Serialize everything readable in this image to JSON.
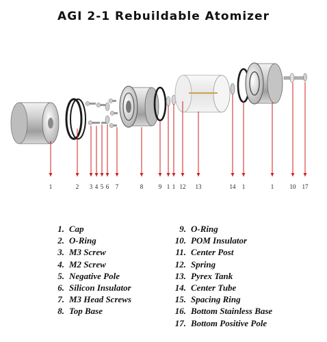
{
  "title": "AGI 2-1 Rebuildable Atomizer",
  "callouts": [
    "1",
    "2",
    "3",
    "4",
    "5",
    "6",
    "7",
    "8",
    "9",
    "1",
    "1",
    "12",
    "13",
    "14",
    "1",
    "1",
    "10",
    "17"
  ],
  "legend_left": [
    {
      "num": "1.",
      "label": "Cap"
    },
    {
      "num": "2.",
      "label": "O-Ring"
    },
    {
      "num": "3.",
      "label": "M3 Screw"
    },
    {
      "num": "4.",
      "label": "M2 Screw"
    },
    {
      "num": "5.",
      "label": "Negative Pole"
    },
    {
      "num": "6.",
      "label": "Silicon Insulator"
    },
    {
      "num": "7.",
      "label": "M3 Head Screws"
    },
    {
      "num": "8.",
      "label": "Top Base"
    }
  ],
  "legend_right": [
    {
      "num": "9.",
      "label": "O-Ring"
    },
    {
      "num": "10.",
      "label": "POM Insulator"
    },
    {
      "num": "11.",
      "label": "Center Post"
    },
    {
      "num": "12.",
      "label": "Spring"
    },
    {
      "num": "13.",
      "label": "Pyrex Tank"
    },
    {
      "num": "14.",
      "label": "Center Tube"
    },
    {
      "num": "15.",
      "label": "Spacing Ring"
    },
    {
      "num": "16.",
      "label": "Bottom Stainless Base"
    },
    {
      "num": "17.",
      "label": "Bottom Positive Pole"
    }
  ],
  "colors": {
    "leader": "#cc1f1f",
    "metal": "#b8b8b8",
    "ring": "#1a1a1a",
    "glass": "#e6e6e6"
  }
}
